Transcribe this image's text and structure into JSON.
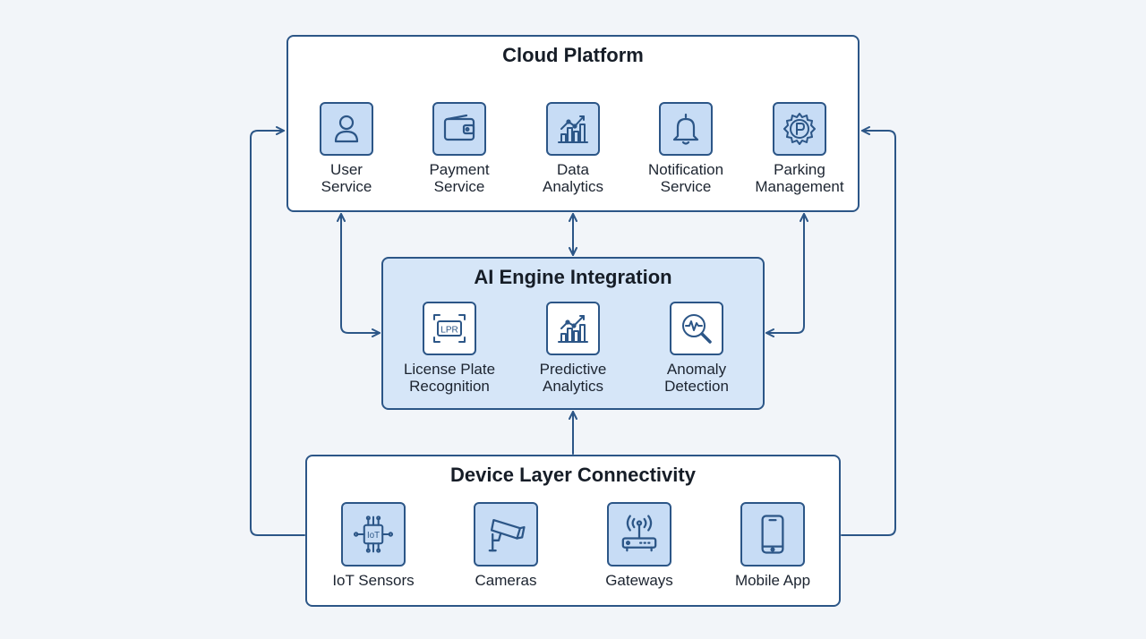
{
  "colors": {
    "stroke": "#2c5687",
    "tile_fill": "#c7dcf5",
    "ai_panel_fill": "#d6e6f8",
    "background": "#f2f5f9"
  },
  "cloud_platform": {
    "title": "Cloud Platform",
    "services": [
      {
        "label": "User\nService",
        "icon": "user-icon"
      },
      {
        "label": "Payment\nService",
        "icon": "wallet-icon"
      },
      {
        "label": "Data\nAnalytics",
        "icon": "bar-chart-icon"
      },
      {
        "label": "Notification\nService",
        "icon": "bell-icon"
      },
      {
        "label": "Parking\nManagement",
        "icon": "parking-gear-icon"
      }
    ]
  },
  "ai_engine": {
    "title": "AI Engine Integration",
    "modules": [
      {
        "label": "License Plate\nRecognition",
        "icon": "lpr-icon",
        "icon_text": "LPR"
      },
      {
        "label": "Predictive\nAnalytics",
        "icon": "trend-chart-icon"
      },
      {
        "label": "Anomaly\nDetection",
        "icon": "magnifier-pulse-icon"
      }
    ]
  },
  "device_layer": {
    "title": "Device Layer Connectivity",
    "devices": [
      {
        "label": "IoT Sensors",
        "icon": "iot-chip-icon",
        "icon_text": "IoT"
      },
      {
        "label": "Cameras",
        "icon": "camera-icon"
      },
      {
        "label": "Gateways",
        "icon": "router-icon"
      },
      {
        "label": "Mobile App",
        "icon": "phone-icon"
      }
    ]
  }
}
